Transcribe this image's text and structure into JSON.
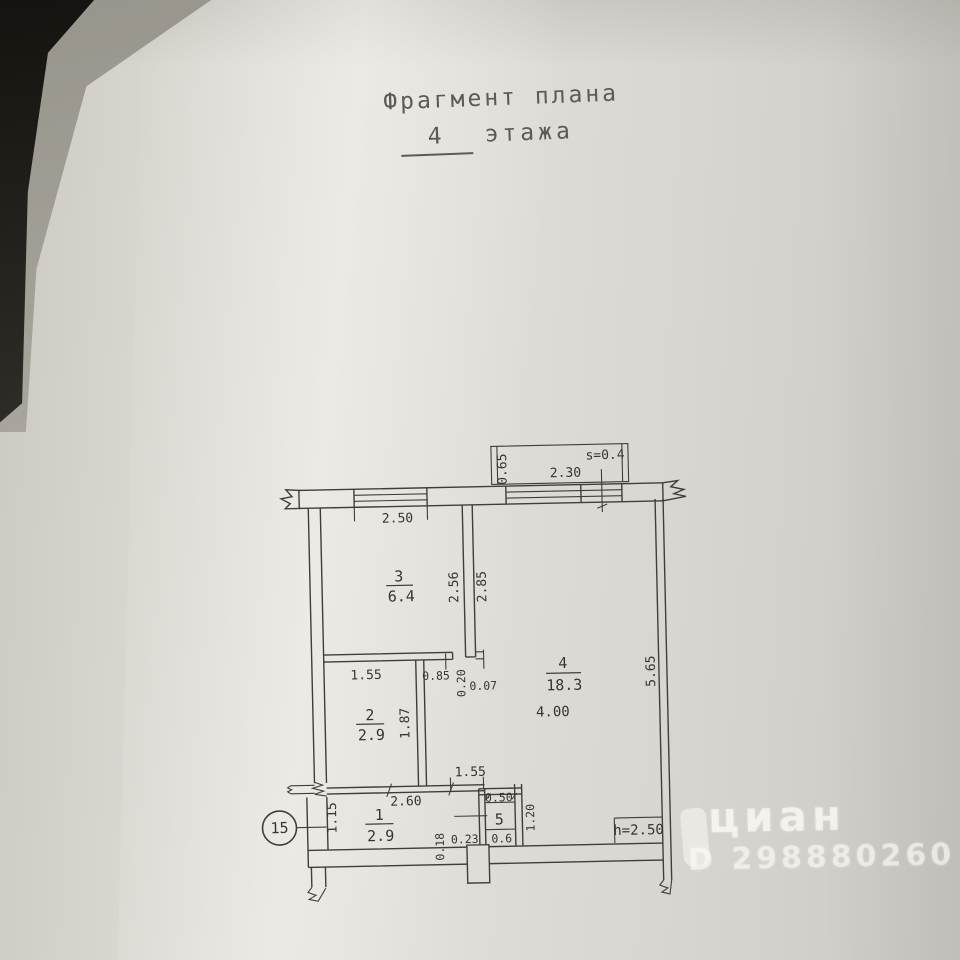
{
  "title": {
    "line1": "Фрагмент плана",
    "floor": "4",
    "suffix": "этажа"
  },
  "apartment_badge": {
    "number": "15"
  },
  "watermark": {
    "brand": "циан",
    "id": "D 298880260"
  },
  "plan": {
    "balcony": {
      "width": "0.65",
      "length": "2.30",
      "area": "s=0.4"
    },
    "dims": {
      "top_window": "2.50"
    },
    "room3": {
      "number": "3",
      "area": "6.4",
      "depth_a": "2.56",
      "depth_b": "2.85"
    },
    "room2": {
      "number": "2",
      "area": "2.9",
      "width": "1.55",
      "depth": "1.87"
    },
    "room4": {
      "number": "4",
      "area": "18.3",
      "width": "4.00",
      "depth": "5.65",
      "ceiling": "h=2.50"
    },
    "room1": {
      "number": "1",
      "area": "2.9",
      "width": "2.60",
      "depth": "1.15"
    },
    "room5": {
      "number": "5",
      "area": "0.6",
      "width_top": "1.55",
      "inner": "0.50",
      "depth": "1.20",
      "off_a": "0.23",
      "off_b": "0.18"
    },
    "hall": {
      "dim_a": "0.85",
      "dim_b": "0.20",
      "dim_c": "0.07"
    }
  }
}
